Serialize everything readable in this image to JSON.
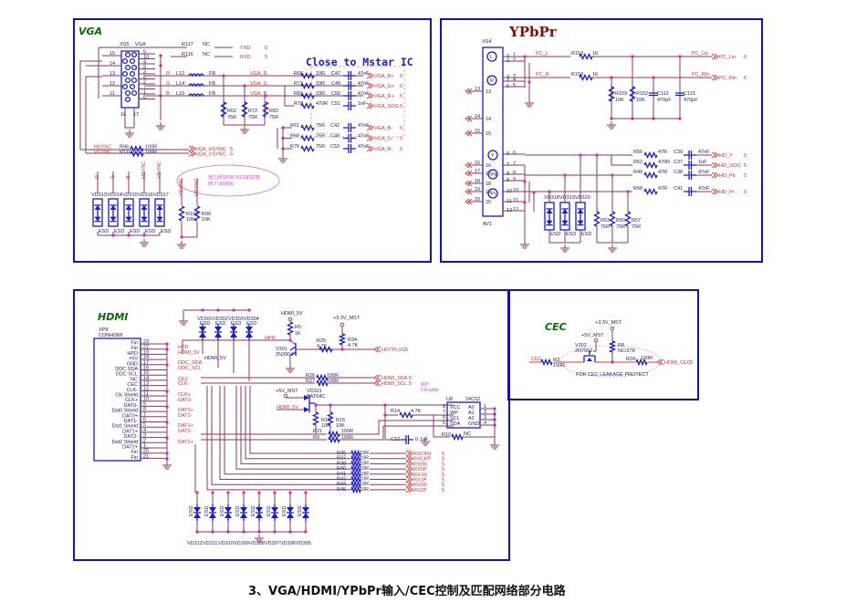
{
  "caption": "3、VGA/HDMI/YPbPr输入/CEC控制及匹配网络部分电路",
  "colors": {
    "frame": "#1010c8",
    "wire": "#8a3a5a",
    "net_label": "#d03030",
    "junction": "#e020c0",
    "part": "#1a1ad0"
  },
  "vga": {
    "title": "VGA",
    "connector": "XS5",
    "connector_type": "VGA",
    "note": "Close to Mstar IC",
    "pins_left": [
      "15",
      "14",
      "13",
      "12",
      "11"
    ],
    "pins_right": [
      "5",
      "10",
      "4",
      "9",
      "3",
      "8",
      "2",
      "7",
      "1",
      "6"
    ],
    "pins_bottom": [
      "16",
      "17"
    ],
    "top_resistors": [
      {
        "ref": "R117",
        "value": "NC",
        "net": "TXD",
        "page": "5"
      },
      {
        "ref": "R116",
        "value": "NC",
        "net": "RXD",
        "page": "5"
      }
    ],
    "ferrites": [
      {
        "ref": "L12",
        "value": "FB",
        "pin": "R",
        "net": "VGA_R"
      },
      {
        "ref": "L14",
        "value": "FB",
        "pin": "G",
        "net": "VGA_G"
      },
      {
        "ref": "L16",
        "value": "FB",
        "pin": "B",
        "net": "VGA_B"
      }
    ],
    "terminations": [
      {
        "ref": "R62",
        "value": "75R"
      },
      {
        "ref": "R72",
        "value": "75R"
      },
      {
        "ref": "R82",
        "value": "75R"
      }
    ],
    "plus_chain": [
      {
        "ref": "R66",
        "r": "33R",
        "cref": "C47",
        "c": "47nF",
        "net": "VGA_B+",
        "page": "5"
      },
      {
        "ref": "R71",
        "r": "33R",
        "cref": "C49",
        "c": "47nF",
        "net": "VGA_G+",
        "page": "5"
      },
      {
        "ref": "R81",
        "r": "33R",
        "cref": "C56",
        "c": "47nF",
        "net": "VGA_R+",
        "page": "5"
      },
      {
        "ref": "R70",
        "r": "470R",
        "cref": "C51",
        "c": "1nF",
        "net": "VGA_SOG",
        "page": "5"
      }
    ],
    "minus_chain": [
      {
        "ref": "R61",
        "r": "75R",
        "cref": "C42",
        "c": "47nF",
        "net": "VGA_B-",
        "page": "5"
      },
      {
        "ref": "R68",
        "r": "75R",
        "cref": "C48",
        "c": "47nF",
        "net": "VGA_G-",
        "page": "5"
      },
      {
        "ref": "R76",
        "r": "75R",
        "cref": "C53",
        "c": "47nF",
        "net": "VGA_R-",
        "page": "5"
      }
    ],
    "sync": [
      {
        "label": "HSYNC",
        "ref": "R96",
        "value": "100R",
        "net": "VGA_HSYNC",
        "page": "5"
      },
      {
        "label": "VSYNC",
        "ref": "R111",
        "value": "100R",
        "net": "VGA_VSYNC",
        "page": "5"
      }
    ],
    "esd_diodes": [
      {
        "ref": "VD313",
        "net": "R",
        "label": "ESD"
      },
      {
        "ref": "VD314",
        "net": "G",
        "label": "ESD"
      },
      {
        "ref": "VD315",
        "net": "B",
        "label": "ESD"
      },
      {
        "ref": "VD316",
        "net": "HSYNC",
        "label": "ESD"
      },
      {
        "ref": "VD317",
        "net": "VSYNC",
        "label": "ESD"
      }
    ],
    "pulldowns": [
      {
        "ref": "R100",
        "value": "10K",
        "net": "VSYNC"
      },
      {
        "ref": "R90",
        "value": "10K",
        "net": "HSYNC"
      }
    ],
    "annotation": "增之改在R96 R111的前端",
    "annotation2": "MLY 080806"
  },
  "ypbpr": {
    "title": "YPbPr",
    "connector": "XS4",
    "connector_footer": "AV1",
    "jack_labels": [
      "L",
      "R",
      "Y",
      "Pb",
      "Pr"
    ],
    "pins_left": [
      "13",
      "14",
      "15",
      "16",
      "17",
      "18",
      "19",
      "20"
    ],
    "pins_inner": [
      "1",
      "2",
      "3",
      "4",
      "5",
      "13",
      "14",
      "15",
      "6",
      "16",
      "7",
      "8",
      "17",
      "9",
      "10",
      "18",
      "11",
      "19",
      "20",
      "12"
    ],
    "audio": [
      {
        "label": "PC_L",
        "ref": "R153",
        "value": "1K",
        "net": "PC_Lin",
        "page": "6"
      },
      {
        "label": "PC_R",
        "ref": "R158",
        "value": "1K",
        "net": "PC_Rin",
        "page": "6"
      }
    ],
    "audio_parts": [
      {
        "ref": "R159",
        "value": "10K"
      },
      {
        "ref": "R162",
        "value": "10K"
      },
      {
        "ref": "C112",
        "value": "470pF"
      },
      {
        "ref": "C121",
        "value": "470pF"
      }
    ],
    "video_chain": [
      {
        "ref": "R56",
        "r": "47R",
        "cref": "C39",
        "c": "47nF",
        "net": "HD_Y",
        "page": "5"
      },
      {
        "ref": "R52",
        "r": "470R",
        "cref": "C37",
        "c": "1nF",
        "net": "HD_SOG",
        "page": "5"
      },
      {
        "ref": "R49",
        "r": "47R",
        "cref": "C38",
        "c": "47nF",
        "net": "HD_Pb",
        "page": "5"
      },
      {
        "ref": "R58",
        "r": "47R",
        "cref": "C41",
        "c": "47nF",
        "net": "HD_Pr",
        "page": "5"
      }
    ],
    "esd_diodes": [
      {
        "ref": "VD318",
        "label": "ESD"
      },
      {
        "ref": "VD319",
        "label": "ESD"
      },
      {
        "ref": "VD320",
        "label": "ESD"
      }
    ],
    "terminations": [
      {
        "ref": "R53",
        "value": "75R"
      },
      {
        "ref": "R50",
        "value": "75R"
      },
      {
        "ref": "R57",
        "value": "75R"
      }
    ]
  },
  "hdmi": {
    "title": "HDMI",
    "connector": "XP8",
    "connector_type": "CONHDMI",
    "pins": [
      {
        "name": "Fin",
        "num": "23"
      },
      {
        "name": "Fin",
        "num": "22"
      },
      {
        "name": "HPD",
        "num": "19"
      },
      {
        "name": "+5V",
        "num": "18"
      },
      {
        "name": "GND",
        "num": "17"
      },
      {
        "name": "DDC SDA",
        "num": "16"
      },
      {
        "name": "DDC SCL",
        "num": "15"
      },
      {
        "name": "NC",
        "num": "14"
      },
      {
        "name": "CEC",
        "num": "13"
      },
      {
        "name": "CLK-",
        "num": "12"
      },
      {
        "name": "Clk Shield",
        "num": "11"
      },
      {
        "name": "CLK+",
        "num": "10"
      },
      {
        "name": "DAT0-",
        "num": "9"
      },
      {
        "name": "Dat0 Shield",
        "num": "8"
      },
      {
        "name": "DAT0+",
        "num": "7"
      },
      {
        "name": "DAT1-",
        "num": "6"
      },
      {
        "name": "Dat1 Shield",
        "num": "5"
      },
      {
        "name": "DAT1+",
        "num": "4"
      },
      {
        "name": "DAT2-",
        "num": "3"
      },
      {
        "name": "Dat2 Shield",
        "num": "2"
      },
      {
        "name": "DAT2+",
        "num": "1"
      },
      {
        "name": "Fin",
        "num": "20"
      },
      {
        "name": "Fin",
        "num": "21"
      }
    ],
    "nets": [
      "HPD",
      "HDMI_5V",
      "DDC_SDA",
      "DDC_SCL",
      "CEC",
      "CLK-",
      "CLK+",
      "DAT0-",
      "DAT0+",
      "DAT1-",
      "DAT1+",
      "DAT2-",
      "DAT2+"
    ],
    "top_esd": [
      {
        "ref": "VD301",
        "label": "ESD"
      },
      {
        "ref": "VD302",
        "label": "ESD"
      },
      {
        "ref": "VD303",
        "label": "ESD"
      },
      {
        "ref": "VD304",
        "label": "ESD"
      }
    ],
    "hpd_circuit": {
      "supply": "HDMI_5V",
      "r5": {
        "ref": "R5",
        "value": "1K"
      },
      "transistor": {
        "ref": "V301",
        "part": "2N3904"
      },
      "r25": {
        "ref": "R25",
        "value": "4.7K"
      },
      "supply2": "+3.3V_MST",
      "r34": {
        "ref": "R34",
        "value": "4.7K"
      },
      "net": "HOTPLUG",
      "page": "5"
    },
    "ddc": [
      {
        "ref": "R26",
        "value": "100R",
        "net": "HDMI_SDA",
        "page": "5"
      },
      {
        "ref": "R27",
        "value": "100R",
        "net": "HDMI_SCL",
        "page": "5"
      }
    ],
    "wp_note": "WP:",
    "wp_note2": "0 Enable",
    "eeprom_supply": {
      "sources": [
        "+5V_MST",
        "HDMI_5V"
      ],
      "diode": {
        "ref": "VD321",
        "part": "BAT54C"
      },
      "pullups": [
        {
          "ref": "R17",
          "value": "10K"
        },
        {
          "ref": "R15",
          "value": "10K"
        }
      ],
      "r14": {
        "ref": "R14",
        "value": "4.7K"
      },
      "series": [
        {
          "ref": "R21",
          "value": "100R"
        },
        {
          "ref": "R9",
          "value": "100R"
        }
      ],
      "cap": {
        "ref": "C12",
        "value": "0.1uF"
      },
      "r10": {
        "ref": "R10",
        "value": "NC"
      }
    },
    "eeprom": {
      "ref": "U8",
      "part": "24C02",
      "left_pins": [
        {
          "num": "8",
          "name": "VCC"
        },
        {
          "num": "7",
          "name": "WP"
        },
        {
          "num": "6",
          "name": "SCL"
        },
        {
          "num": "5",
          "name": "SDA"
        }
      ],
      "right_pins": [
        {
          "num": "1",
          "name": "A0"
        },
        {
          "num": "2",
          "name": "A1"
        },
        {
          "num": "3",
          "name": "A2"
        },
        {
          "num": "4",
          "name": "GND"
        }
      ]
    },
    "tmds": [
      {
        "ref": "R36",
        "value": "10R",
        "net": "RXCKN",
        "page": "5"
      },
      {
        "ref": "R37",
        "value": "10R",
        "net": "RXCKP",
        "page": "5"
      },
      {
        "ref": "R38",
        "value": "10R",
        "net": "RX0N",
        "page": "5"
      },
      {
        "ref": "R40",
        "value": "10R",
        "net": "RX0P",
        "page": "5"
      },
      {
        "ref": "R41",
        "value": "10R",
        "net": "RX1N",
        "page": "5"
      },
      {
        "ref": "R42",
        "value": "10R",
        "net": "RX1P",
        "page": "5"
      },
      {
        "ref": "R44",
        "value": "10R",
        "net": "RX2N",
        "page": "5"
      },
      {
        "ref": "R45",
        "value": "10R",
        "net": "RX2P",
        "page": "5"
      }
    ],
    "bottom_esd": [
      "VD312",
      "VD311",
      "VD310",
      "VD309",
      "VD308",
      "VD307",
      "VD306",
      "VD305"
    ],
    "esd_label": "ESD"
  },
  "cec": {
    "title": "CEC",
    "supply1": "+3.3V_MST",
    "supply2": "+5V_MST",
    "transistor": {
      "ref": "V302",
      "part": "2N7002"
    },
    "r8": {
      "ref": "R8",
      "value": "NC/27K"
    },
    "r3": {
      "ref": "R3",
      "value": "100R"
    },
    "r24": {
      "ref": "R24",
      "value": "100R"
    },
    "net_in": "CEC",
    "net_out": "HDMI_CEC",
    "page": "5",
    "note": "FOR CEC LEAKAGE PROTECT"
  }
}
